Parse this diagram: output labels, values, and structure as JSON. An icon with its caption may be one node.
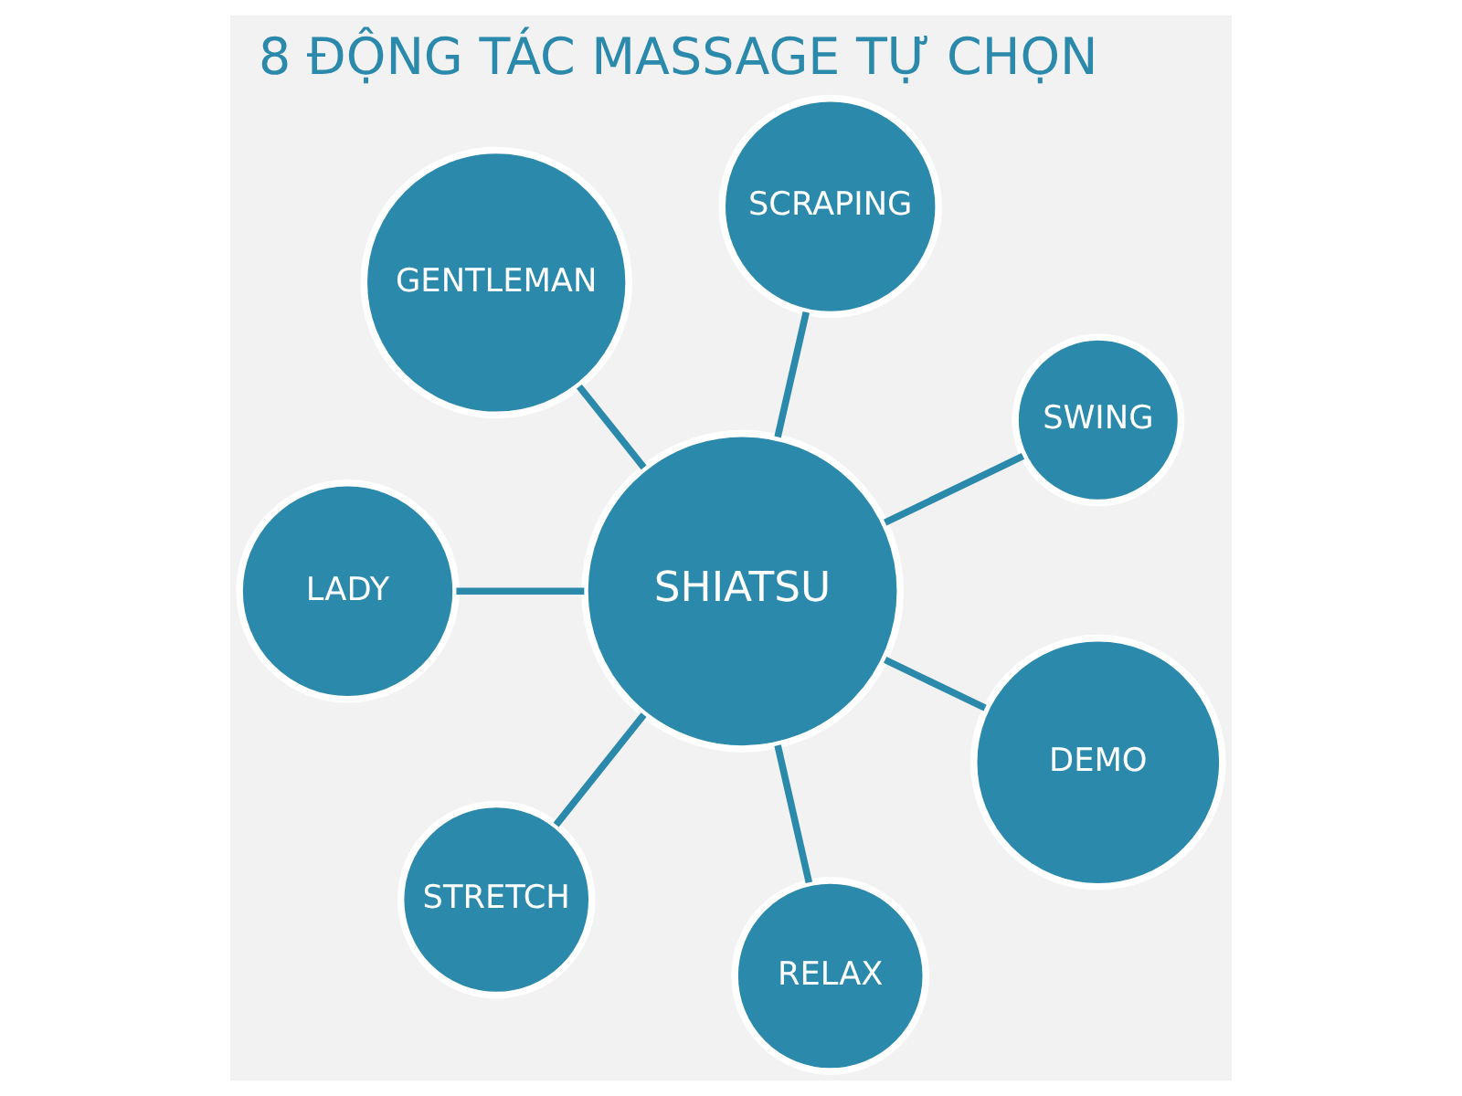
{
  "diagram": {
    "title": "8 ĐỘNG TÁC MASSAGE TỰ CHỌN",
    "nodes": [
      {
        "text": [
          "SHIATSU"
        ]
      },
      {
        "text": [
          "SWING"
        ]
      },
      {
        "text": [
          "SCRAPING"
        ]
      },
      {
        "text": [
          "GENTLEMAN"
        ]
      },
      {
        "text": [
          "LADY"
        ]
      },
      {
        "text": [
          "STRETCH"
        ]
      },
      {
        "text": [
          "RELAX"
        ]
      },
      {
        "text": [
          "DEMO"
        ]
      }
    ],
    "edges": [
      {
        "from": 0,
        "to": 1,
        "arrow": "none"
      },
      {
        "from": 0,
        "to": 2,
        "arrow": "none"
      },
      {
        "from": 0,
        "to": 3,
        "arrow": "none"
      },
      {
        "from": 0,
        "to": 4,
        "arrow": "none"
      },
      {
        "from": 0,
        "to": 5,
        "arrow": "none"
      },
      {
        "from": 0,
        "to": 6,
        "arrow": "none"
      },
      {
        "from": 0,
        "to": 7,
        "arrow": "none"
      }
    ]
  }
}
